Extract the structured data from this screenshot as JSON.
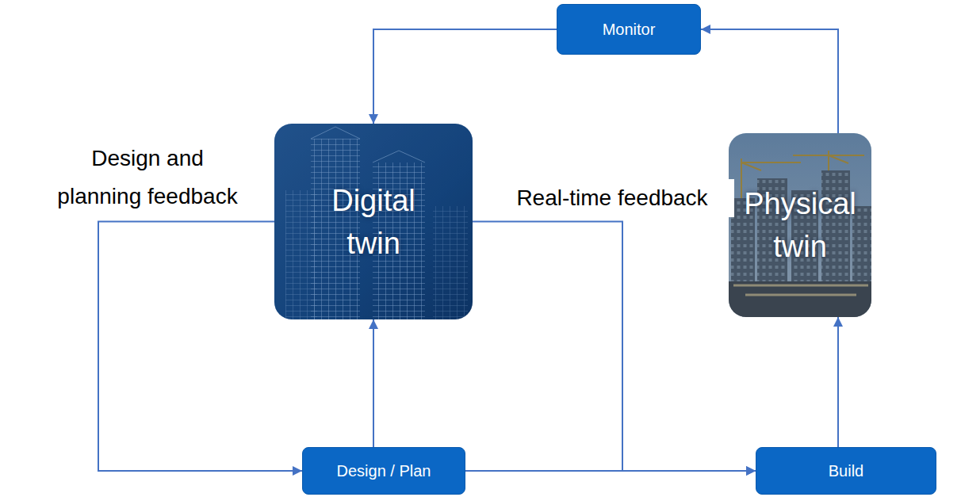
{
  "diagram": {
    "nodes": [
      {
        "text": [
          "Monitor"
        ]
      },
      {
        "text": [
          "Digital twin"
        ]
      },
      {
        "text": [
          "Physical twin"
        ]
      },
      {
        "text": [
          "Design / Plan"
        ]
      },
      {
        "text": [
          "Build"
        ]
      }
    ],
    "edges": [
      {
        "from": 0,
        "to": 1,
        "arrow": "to"
      },
      {
        "from": 2,
        "to": 0,
        "arrow": "to"
      },
      {
        "from": 1,
        "to": 3,
        "label": "Design and planning feedback",
        "arrow": "to"
      },
      {
        "from": 1,
        "to": 4,
        "label": "Real-time feedback",
        "arrow": "to"
      },
      {
        "from": 3,
        "to": 1,
        "arrow": "to"
      },
      {
        "from": 3,
        "to": 4,
        "arrow": "to"
      },
      {
        "from": 4,
        "to": 2,
        "arrow": "to"
      }
    ]
  }
}
